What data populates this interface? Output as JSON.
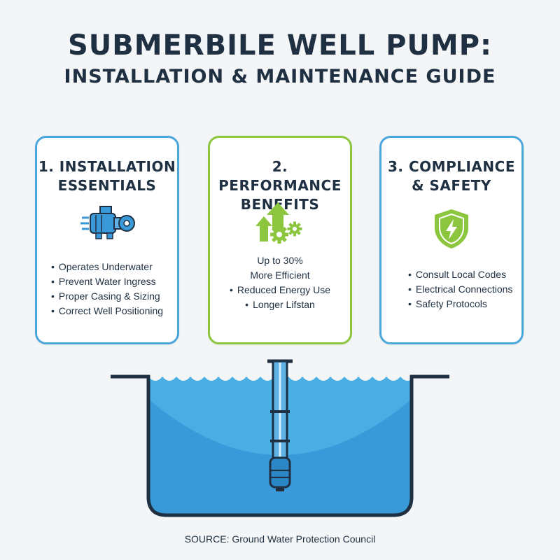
{
  "header": {
    "title": "SUBMERBILE WELL PUMP:",
    "subtitle": "INSTALLATION & MAINTENANCE GUIDE"
  },
  "cards": [
    {
      "title_line1": "1. INSTALLATION",
      "title_line2": "ESSENTIALS",
      "icon": "pump-icon",
      "border_color": "#4ba6dc",
      "bullets": [
        "Operates Underwater",
        "Prevent Water Ingress",
        "Proper Casing & Sizing",
        "Correct Well Positioning"
      ]
    },
    {
      "title_line1": "2. PERFORMANCE",
      "title_line2": "BENEFITS",
      "icon": "growth-gears-icon",
      "border_color": "#8cc63f",
      "lead_line1": "Up to 30%",
      "lead_line2": "More Efficient",
      "bullets": [
        "Reduced Energy Use",
        "Longer Lifstan"
      ]
    },
    {
      "title_line1": "3. COMPLIANCE",
      "title_line2": "& SAFETY",
      "icon": "shield-lightning-icon",
      "border_color": "#4ba6dc",
      "bullets": [
        "Consult Local Codes",
        "Electrical Connections",
        "Safety Protocols"
      ]
    }
  ],
  "illustration": {
    "icon": "well-tank-with-submerged-pump",
    "water_color": "#3a9ad9"
  },
  "footer": {
    "source": "SOURCE: Ground Water Protection Council"
  }
}
